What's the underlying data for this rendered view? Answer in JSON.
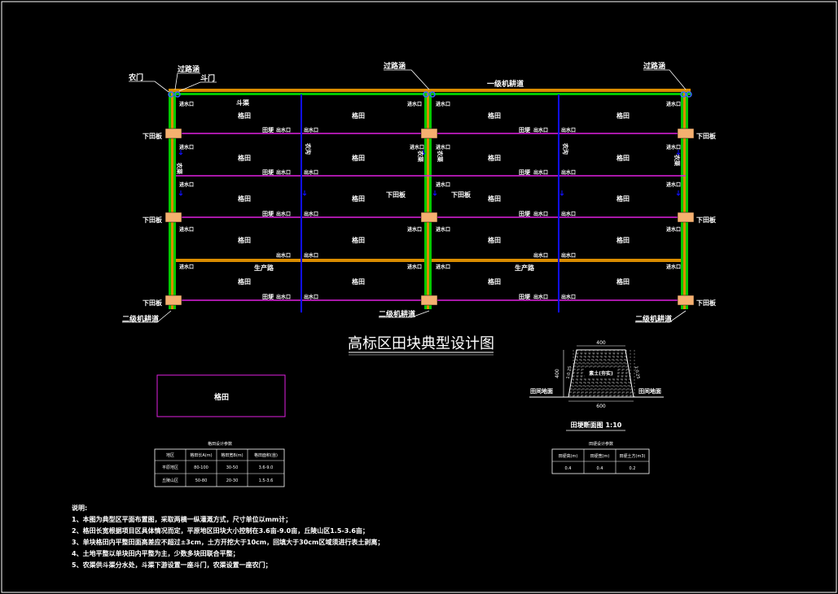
{
  "title": "高标区田块典型设计图",
  "labels": {
    "nongmen": "农门",
    "guolu_han_left": "过路涵",
    "doumen": "斗门",
    "guolu_han_mid": "过路涵",
    "yiji_jigengdao": "一级机耕道",
    "guolu_han_right": "过路涵",
    "douqu": "斗渠",
    "shengchanlu_left": "生产路",
    "shengchanlu_right": "生产路",
    "erji_left": "二级机耕道",
    "erji_mid": "二级机耕道",
    "erji_right": "二级机耕道",
    "xiatianban": "下田板",
    "getian": "格田",
    "tiangeng": "田埂",
    "jinshuikou": "进水口",
    "chushuikou": "出水口",
    "nonggou": "农沟",
    "nongqu": "农渠"
  },
  "legend_box": {
    "label": "格田"
  },
  "section": {
    "title": "田埂断面图  1:10",
    "top_width": "400",
    "bottom_width": "600",
    "height": "400",
    "inner_label": "素土(夯实)",
    "slope": "1:0.25",
    "ground_left": "田间地面",
    "ground_right": "田间地面"
  },
  "table1": {
    "caption": "格田设计参数",
    "headers": [
      "地区",
      "格田长A(m)",
      "格田宽B(m)",
      "格田面积(亩)"
    ],
    "rows": [
      [
        "平原地区",
        "80-100",
        "30-50",
        "3.6-9.0"
      ],
      [
        "丘陵山区",
        "50-80",
        "20-30",
        "1.5-3.6"
      ]
    ]
  },
  "table2": {
    "caption": "田埂设计参数",
    "headers": [
      "田埂高(m)",
      "田埂宽(m)",
      "田埂土方(m3)"
    ],
    "rows": [
      [
        "0.4",
        "0.4",
        "0.2"
      ]
    ]
  },
  "notes": {
    "heading": "说明:",
    "items": [
      "1、本图为典型区平面布置图，采取两横一纵灌溉方式，尺寸单位以mm计；",
      "2、格田长宽根据项目区具体情况而定，平原地区田块大小控制在3.6亩-9.0亩，丘陵山区1.5-3.6亩；",
      "3、单块格田内平整田面高差应不超过±3cm，土方开挖大于10cm，回填大于30cm区域须进行表土剥离；",
      "4、土地平整以单块田内平整为主，少数多块田联合平整；",
      "5、农渠供斗渠分水处，斗渠下游设置一座斗门，农渠设置一座农门；"
    ]
  },
  "colors": {
    "road": "#d98c00",
    "canal": "#00c800",
    "ditch": "#1010ff",
    "ridge": "#e020e0",
    "board": "#f5b070",
    "frame": "#ffffff"
  }
}
